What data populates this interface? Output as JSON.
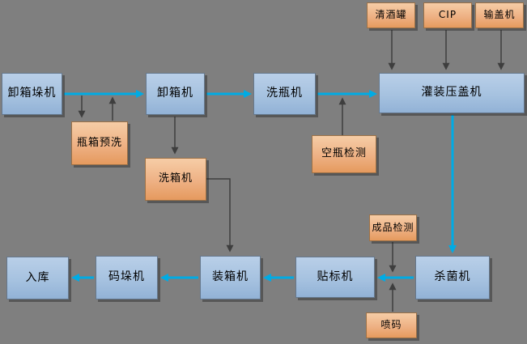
{
  "diagram": {
    "background_color": "#7f7f7f",
    "colors": {
      "process_box_fill": "#a6c2e0",
      "process_box_border": "#66788c",
      "aux_box_fill": "#eeb184",
      "aux_box_border": "#9a7148",
      "flow_arrow": "#00abe4",
      "aux_arrow": "#3e3e3e"
    },
    "nodes": {
      "unload_depalletizer": {
        "label": "卸箱垛机",
        "type": "process"
      },
      "crate_prewash": {
        "label": "瓶箱预洗",
        "type": "aux"
      },
      "decrater": {
        "label": "卸箱机",
        "type": "process"
      },
      "crate_washer": {
        "label": "洗箱机",
        "type": "aux"
      },
      "bottle_washer": {
        "label": "洗瓶机",
        "type": "process"
      },
      "empty_bottle_inspection": {
        "label": "空瓶检测",
        "type": "aux"
      },
      "bright_beer_tank": {
        "label": "清酒罐",
        "type": "aux"
      },
      "cip": {
        "label": "CIP",
        "type": "aux"
      },
      "cap_feeder": {
        "label": "输盖机",
        "type": "aux"
      },
      "filler_capper": {
        "label": "灌装压盖机",
        "type": "process"
      },
      "pasteurizer": {
        "label": "杀菌机",
        "type": "process"
      },
      "product_inspection": {
        "label": "成品检测",
        "type": "aux"
      },
      "inkjet_coder": {
        "label": "喷码",
        "type": "aux"
      },
      "labeler": {
        "label": "贴标机",
        "type": "process"
      },
      "case_packer": {
        "label": "装箱机",
        "type": "process"
      },
      "palletizer": {
        "label": "码垛机",
        "type": "process"
      },
      "warehouse": {
        "label": "入库",
        "type": "process"
      }
    },
    "edges": [
      {
        "from": "unload_depalletizer",
        "to": "decrater",
        "style": "flow"
      },
      {
        "from": "decrater",
        "to": "bottle_washer",
        "style": "flow"
      },
      {
        "from": "bottle_washer",
        "to": "filler_capper",
        "style": "flow"
      },
      {
        "from": "filler_capper",
        "to": "pasteurizer",
        "style": "flow"
      },
      {
        "from": "pasteurizer",
        "to": "labeler",
        "style": "flow"
      },
      {
        "from": "labeler",
        "to": "case_packer",
        "style": "flow"
      },
      {
        "from": "case_packer",
        "to": "palletizer",
        "style": "flow"
      },
      {
        "from": "palletizer",
        "to": "warehouse",
        "style": "flow"
      },
      {
        "from": "flow_line_depalletizer_decrater",
        "to": "crate_prewash",
        "style": "aux"
      },
      {
        "from": "crate_prewash",
        "to": "flow_line_depalletizer_decrater",
        "style": "aux"
      },
      {
        "from": "decrater",
        "to": "crate_washer",
        "style": "aux"
      },
      {
        "from": "crate_washer",
        "to": "case_packer",
        "style": "aux-elbow"
      },
      {
        "from": "empty_bottle_inspection",
        "to": "flow_line_bottle_washer_filler",
        "style": "aux"
      },
      {
        "from": "bright_beer_tank",
        "to": "filler_capper",
        "style": "aux"
      },
      {
        "from": "cip",
        "to": "filler_capper",
        "style": "aux"
      },
      {
        "from": "cap_feeder",
        "to": "filler_capper",
        "style": "aux"
      },
      {
        "from": "product_inspection",
        "to": "flow_line_pasteurizer_labeler",
        "style": "aux"
      },
      {
        "from": "inkjet_coder",
        "to": "flow_line_pasteurizer_labeler",
        "style": "aux"
      }
    ]
  }
}
